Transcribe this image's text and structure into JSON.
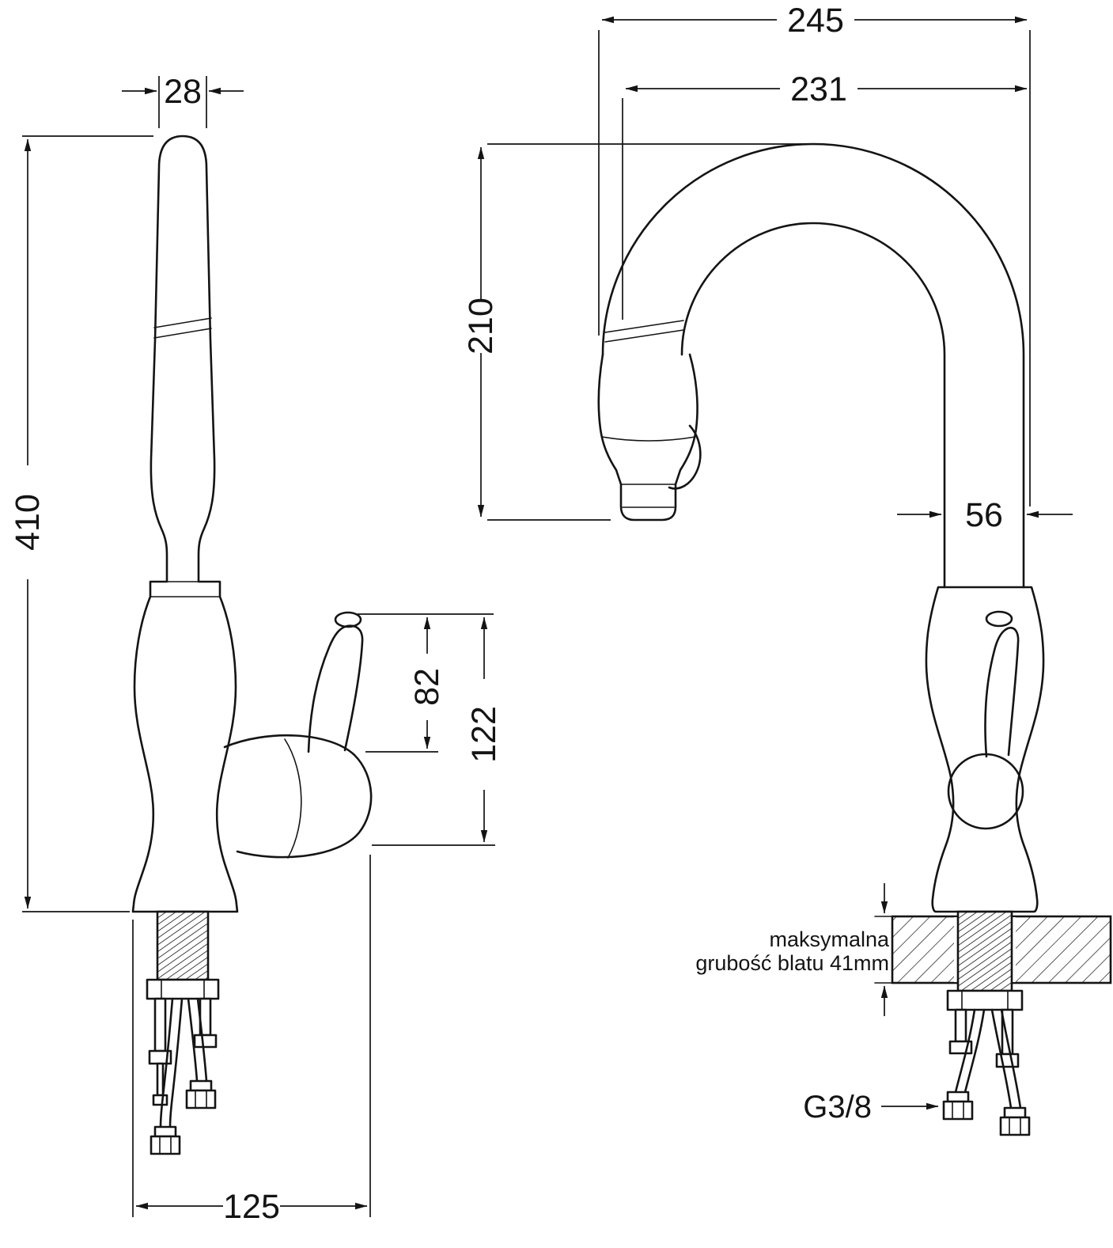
{
  "drawing": {
    "kind": "technical dimensional drawing",
    "subject": "kitchen faucet with pull-out spray, two views with mounting hardware",
    "units": "mm",
    "colors": {
      "line": "#141414",
      "background": "#ffffff"
    }
  },
  "side_view": {
    "top_width": "28",
    "total_height": "410",
    "handle_height": "82",
    "spout_height": "122",
    "base_depth": "125"
  },
  "front_view": {
    "overall_depth": "245",
    "spout_reach": "231",
    "spout_drop": "210",
    "column_width": "56",
    "thread_size": "G3/8",
    "note_line1": "maksymalna",
    "note_line2": "grubość blatu 41mm"
  }
}
